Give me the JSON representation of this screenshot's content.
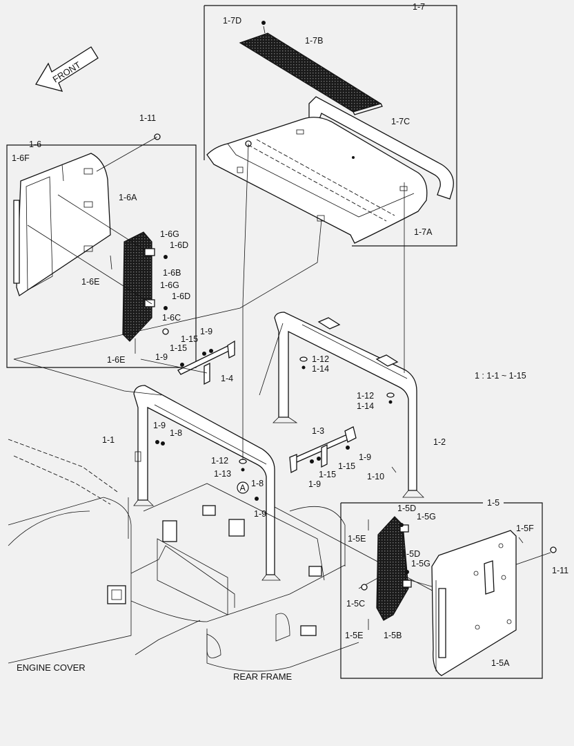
{
  "arrow_text": "FRONT",
  "ratio_note": "1 : 1-1 ~ 1-15",
  "callouts": {
    "b17": "1-7",
    "c17D": "1-7D",
    "c17B": "1-7B",
    "c17C": "1-7C",
    "c17A": "1-7A",
    "c111a": "1-11",
    "b16": "1-6",
    "c16F": "1-6F",
    "c16A": "1-6A",
    "c16G1": "1-6G",
    "c16D1": "1-6D",
    "c16B": "1-6B",
    "c16E1": "1-6E",
    "c16G2": "1-6G",
    "c16D2": "1-6D",
    "c16C": "1-6C",
    "c16E2": "1-6E",
    "c19a": "1-9",
    "c115a": "1-15",
    "c115b": "1-15",
    "c19b": "1-9",
    "c14": "1-4",
    "c112a": "1-12",
    "c114a": "1-14",
    "c112b": "1-12",
    "c114b": "1-14",
    "c11": "1-1",
    "c19c": "1-9",
    "c18a": "1-8",
    "c12": "1-2",
    "c13": "1-3",
    "c19d": "1-9",
    "c115c": "1-15",
    "c115d": "1-15",
    "c19e": "1-9",
    "c112c": "1-12",
    "c113": "1-13",
    "c110": "1-10",
    "markA": "A",
    "c18b": "1-8",
    "c19f": "1-9",
    "b15": "1-5",
    "c15D1": "1-5D",
    "c15G1": "1-5G",
    "c15E1": "1-5E",
    "c15F": "1-5F",
    "c15D2": "1-5D",
    "c15G2": "1-5G",
    "c111b": "1-11",
    "c15C": "1-5C",
    "c15E2": "1-5E",
    "c15B": "1-5B",
    "c15A": "1-5A"
  },
  "engine_cover": "ENGINE COVER",
  "rear_frame": "REAR FRAME"
}
